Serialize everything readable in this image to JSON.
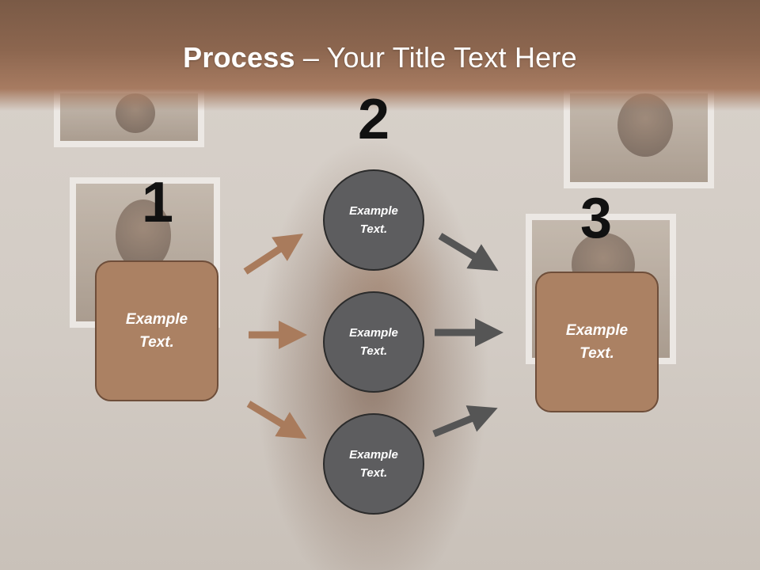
{
  "header": {
    "title_bold": "Process",
    "title_rest": " – Your Title Text Here"
  },
  "steps": {
    "step1_number": "1",
    "step2_number": "2",
    "step3_number": "3"
  },
  "boxes": {
    "left_line1": "Example",
    "left_line2": "Text.",
    "right_line1": "Example",
    "right_line2": "Text."
  },
  "circles": [
    {
      "line1": "Example",
      "line2": "Text."
    },
    {
      "line1": "Example",
      "line2": "Text."
    },
    {
      "line1": "Example",
      "line2": "Text."
    }
  ],
  "colors": {
    "header": "#8c664f",
    "box_fill": "#ab8163",
    "circle_fill": "#5d5d5f",
    "arrow_brown": "#a97b5c",
    "arrow_gray": "#555555"
  }
}
